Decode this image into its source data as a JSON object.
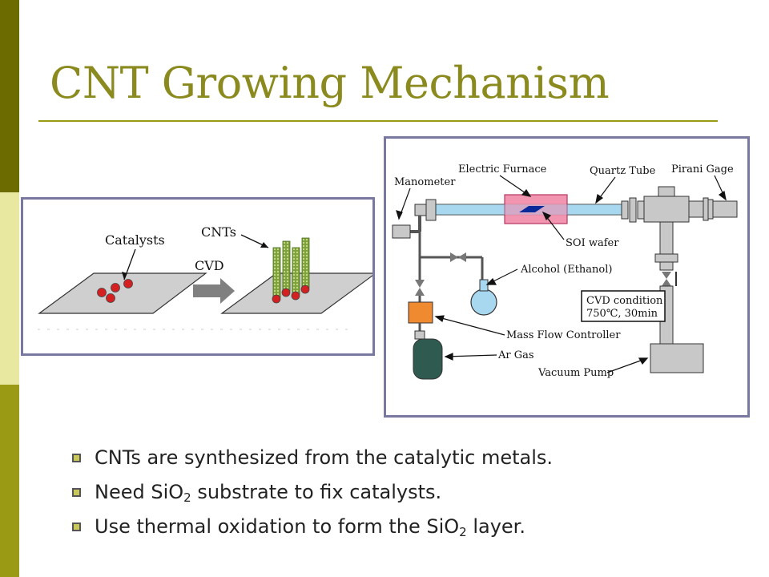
{
  "slide": {
    "title": "CNT Growing Mechanism",
    "accent_color": "#9a9a14",
    "sidebar_colors": [
      "#6b6b00",
      "#e8e8a0",
      "#9a9a14"
    ]
  },
  "figure_left": {
    "labels": {
      "catalysts": "Catalysts",
      "cnts": "CNTs",
      "cvd": "CVD"
    }
  },
  "figure_right": {
    "labels": {
      "manometer": "Manometer",
      "electric_furnace": "Electric Furnace",
      "quartz_tube": "Quartz Tube",
      "pirani_gage": "Pirani Gage",
      "soi_wafer": "SOI wafer",
      "alcohol": "Alcohol (Ethanol)",
      "cvd_condition_line1": "CVD condition",
      "cvd_condition_line2": "750℃, 30min",
      "mass_flow_controller": "Mass Flow Controller",
      "ar_gas": "Ar Gas",
      "vacuum_pump": "Vacuum Pump"
    }
  },
  "bullets": [
    {
      "text": "CNTs are synthesized from the catalytic metals."
    },
    {
      "before": "Need SiO",
      "sub": "2",
      "after": " substrate to fix catalysts."
    },
    {
      "before": "Use thermal oxidation to form the SiO",
      "sub": "2",
      "after": " layer."
    }
  ]
}
